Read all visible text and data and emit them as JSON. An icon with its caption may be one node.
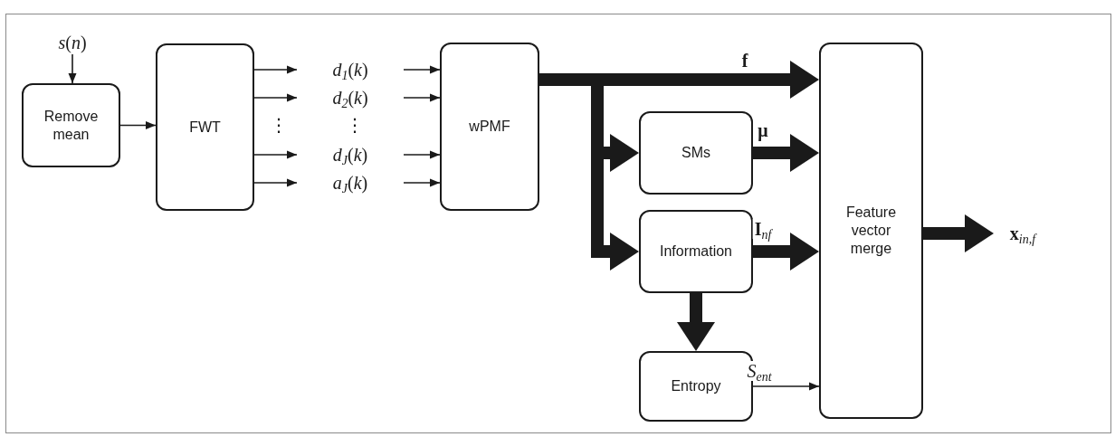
{
  "diagram": {
    "nodes": [
      {
        "text": [
          "*s*(*n*)"
        ]
      },
      {
        "text": [
          "Remove mean"
        ]
      },
      {
        "text": [
          "FWT"
        ]
      },
      {
        "text": [
          "*d*$_{1}$(*k*)"
        ]
      },
      {
        "text": [
          "*d*$_{2}$(*k*)"
        ]
      },
      {
        "text": [
          "*d*$_{J}$(*k*)"
        ]
      },
      {
        "text": [
          "*a*$_{J}$(*k*)"
        ]
      },
      {
        "text": [
          "wPMF"
        ]
      },
      {
        "text": [
          "SMs"
        ]
      },
      {
        "text": [
          "Information"
        ]
      },
      {
        "text": [
          "Entropy"
        ]
      },
      {
        "text": [
          "Feature vector merge"
        ]
      },
      {
        "text": [
          "**x**$_{in,f}$"
        ]
      }
    ],
    "edges": [
      {
        "from": 0,
        "to": 1,
        "arrow": "to"
      },
      {
        "from": 1,
        "to": 2,
        "arrow": "to"
      },
      {
        "from": 2,
        "to": 3,
        "arrow": "to"
      },
      {
        "from": 2,
        "to": 4,
        "arrow": "to"
      },
      {
        "from": 2,
        "to": 5,
        "arrow": "to"
      },
      {
        "from": 2,
        "to": 6,
        "arrow": "to"
      },
      {
        "from": 3,
        "to": 7,
        "arrow": "to"
      },
      {
        "from": 4,
        "to": 7,
        "arrow": "to"
      },
      {
        "from": 5,
        "to": 7,
        "arrow": "to"
      },
      {
        "from": 6,
        "to": 7,
        "arrow": "to"
      },
      {
        "from": 7,
        "to": 11,
        "arrow": "to",
        "style": "thick",
        "label": "**f**"
      },
      {
        "from": 7,
        "to": 8,
        "arrow": "to",
        "style": "thick"
      },
      {
        "from": 7,
        "to": 9,
        "arrow": "to",
        "style": "thick"
      },
      {
        "from": 8,
        "to": 11,
        "arrow": "to",
        "style": "thick",
        "label": "**μ**"
      },
      {
        "from": 9,
        "to": 11,
        "arrow": "to",
        "style": "thick",
        "label": "**I**$_{nf}$"
      },
      {
        "from": 9,
        "to": 10,
        "arrow": "to",
        "style": "thick"
      },
      {
        "from": 10,
        "to": 11,
        "arrow": "to",
        "label": "*S*$_{ent}$"
      },
      {
        "from": 11,
        "to": 12,
        "arrow": "to",
        "style": "thick"
      }
    ],
    "labels": [
      "⋮",
      "⋮"
    ]
  }
}
